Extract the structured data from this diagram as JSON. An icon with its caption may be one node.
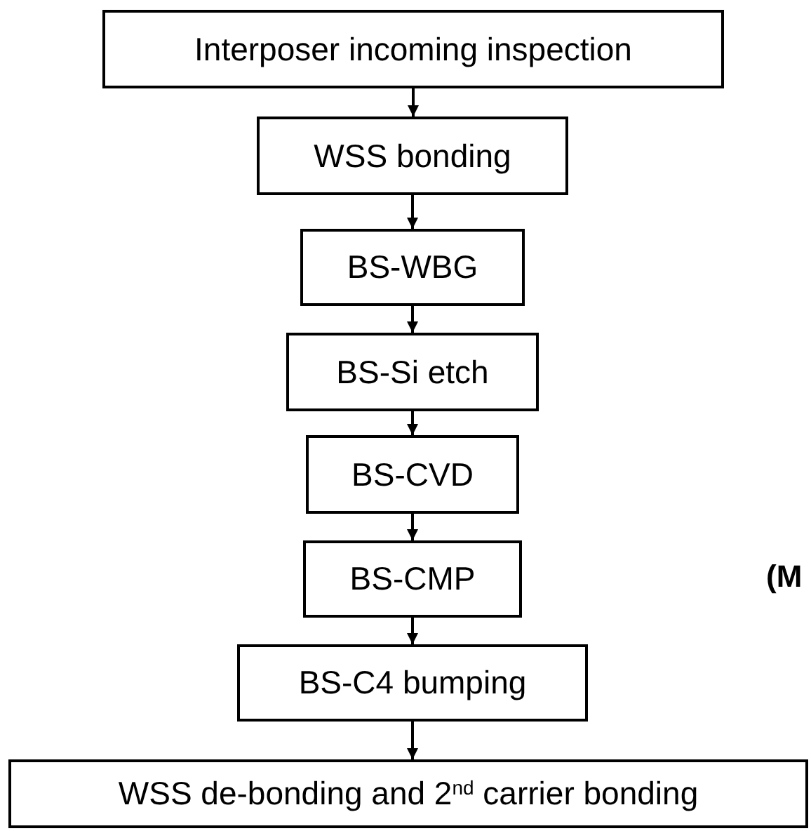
{
  "diagram": {
    "nodes": [
      {
        "text": [
          "Interposer incoming inspection"
        ]
      },
      {
        "text": [
          "WSS bonding"
        ]
      },
      {
        "text": [
          "BS-WBG"
        ]
      },
      {
        "text": [
          "BS-Si etch"
        ]
      },
      {
        "text": [
          "BS-CVD"
        ]
      },
      {
        "text": [
          "BS-CMP"
        ]
      },
      {
        "text": [
          "BS-C4 bumping"
        ]
      },
      {
        "text": [
          "WSS de-bonding and 2$^{nd}$ carrier bonding"
        ]
      }
    ],
    "edges": [
      {
        "from": 0,
        "to": 1,
        "arrow": "to"
      },
      {
        "from": 1,
        "to": 2,
        "arrow": "to"
      },
      {
        "from": 2,
        "to": 3,
        "arrow": "to"
      },
      {
        "from": 3,
        "to": 4,
        "arrow": "to"
      },
      {
        "from": 4,
        "to": 5,
        "arrow": "to"
      },
      {
        "from": 5,
        "to": 6,
        "arrow": "to"
      },
      {
        "from": 6,
        "to": 7,
        "arrow": "to"
      }
    ],
    "labels": [
      "(M"
    ]
  }
}
